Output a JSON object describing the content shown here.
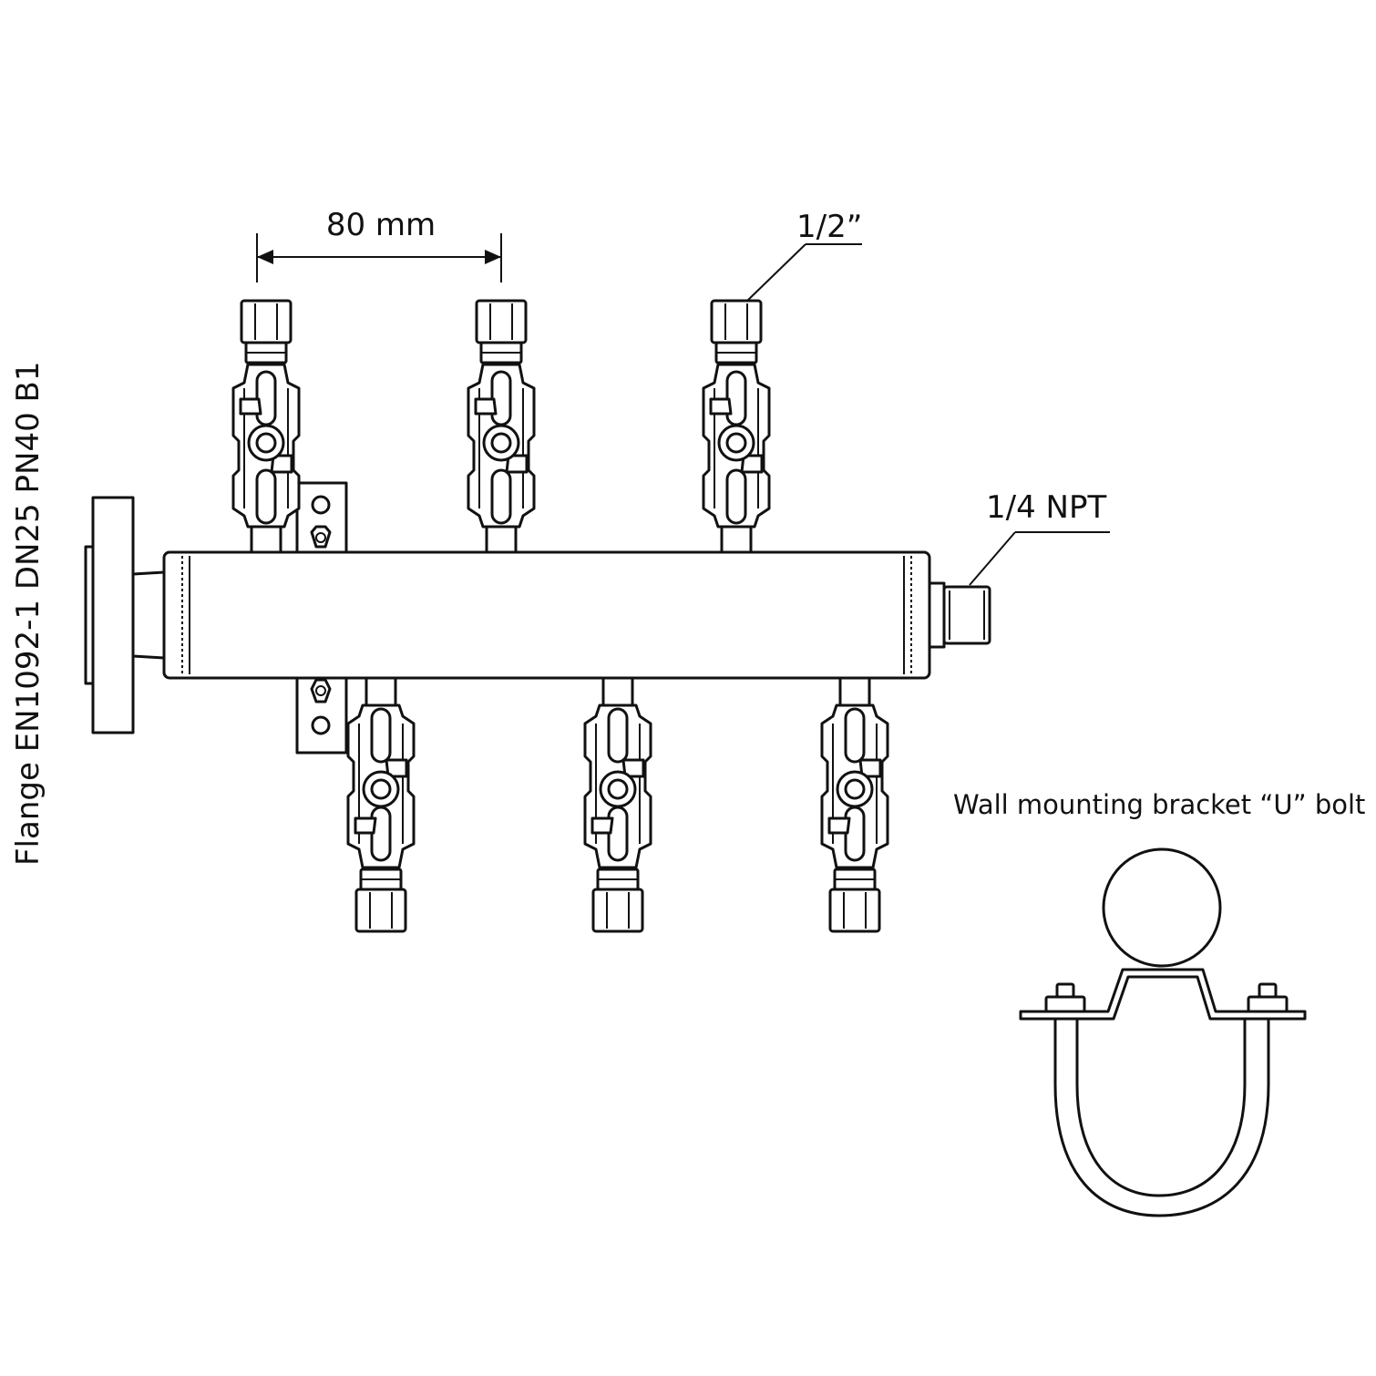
{
  "labels": {
    "pitch": "80 mm",
    "outlet_size": "1/2”",
    "end_connection": "1/4 NPT",
    "flange": "Flange EN1092-1 DN25 PN40 B1",
    "bracket_caption": "Wall mounting bracket “U” bolt"
  },
  "valves": {
    "top_count": 3,
    "bottom_count": 3
  }
}
